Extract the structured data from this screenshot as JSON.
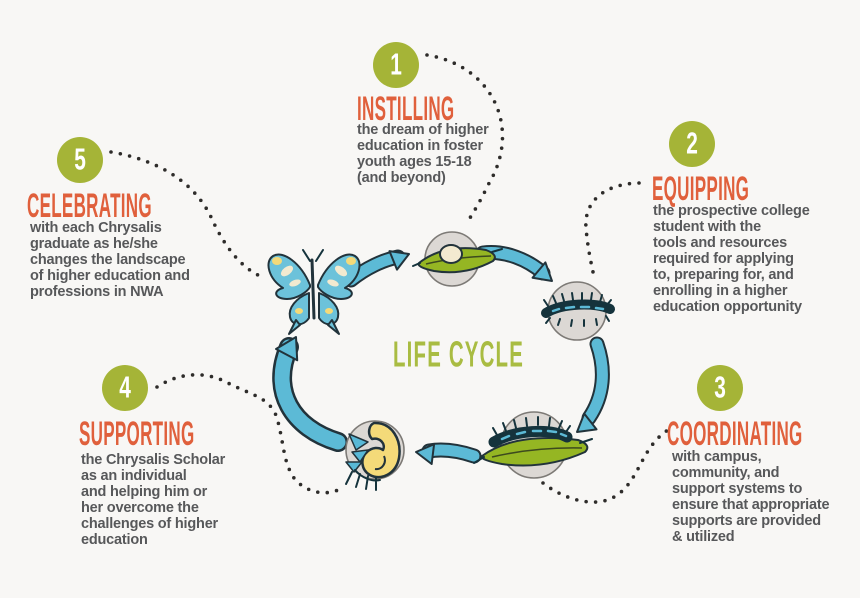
{
  "title": "LIFE CYCLE",
  "steps": [
    {
      "number": "1",
      "heading": "INSTILLING",
      "body": "the dream of higher\neducation in foster\nyouth ages 15-18\n(and beyond)"
    },
    {
      "number": "2",
      "heading": "EQUIPPING",
      "body": "the prospective college\nstudent with the\ntools and resources\nrequired for applying\nto, preparing for, and\nenrolling in a higher\neducation opportunity"
    },
    {
      "number": "3",
      "heading": "COORDINATING",
      "body": "with campus,\ncommunity, and\nsupport systems to\nensure that appropriate\nsupports are provided\n& utilized"
    },
    {
      "number": "4",
      "heading": "SUPPORTING",
      "body": "the Chrysalis Scholar\nas an individual\nand helping him or\nher overcome the\nchallenges of higher\neducation"
    },
    {
      "number": "5",
      "heading": "CELEBRATING",
      "body": "with each Chrysalis\ngraduate as he/she\nchanges the landscape\nof higher education and\nprofessions in NWA"
    }
  ],
  "stage_icons": [
    "egg-stage-icon",
    "caterpillar-stage-icon",
    "caterpillar-leaf-stage-icon",
    "chrysalis-stage-icon",
    "butterfly-stage-icon"
  ],
  "colors": {
    "olive": "#a5b437",
    "orange": "#e0603c",
    "gray-text": "#57585a",
    "blue": "#5cbad6",
    "dark": "#22333b",
    "leaf": "#95b623",
    "title-green": "#a9bc42",
    "bg": "#f8f7f5",
    "stage-gray": "#dcd8d4",
    "cream": "#f3ead0",
    "yellow": "#f4da79",
    "dot": "#2e2c2a"
  }
}
